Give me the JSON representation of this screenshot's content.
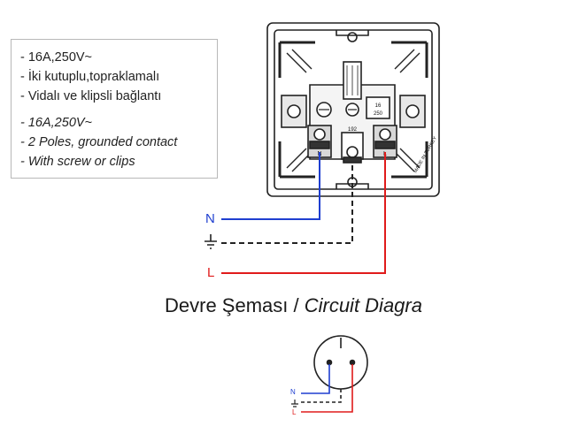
{
  "spec_box": {
    "lines": [
      "- 16A,250V~",
      "- İki kutuplu,topraklamalı",
      "- Vidalı ve klipsli bağlantı",
      "- 16A,250V~",
      "- 2 Poles, grounded contact",
      "- With screw or clips"
    ]
  },
  "wiring": {
    "neutral_label": "N",
    "line_label": "L",
    "colors": {
      "neutral": "#1f3fd0",
      "line": "#e01b1b",
      "earth": "#222222"
    }
  },
  "socket_markings": {
    "left_terminal": "N",
    "right_terminal": "L",
    "rating_top": "16",
    "rating_bottom": "250",
    "center_code": "192",
    "side_text": "MADE IN TURKEY"
  },
  "title": {
    "tr": "Devre Şeması / ",
    "en": "Circuit Diagra"
  },
  "schematic": {
    "neutral_label": "N",
    "line_label": "L"
  }
}
